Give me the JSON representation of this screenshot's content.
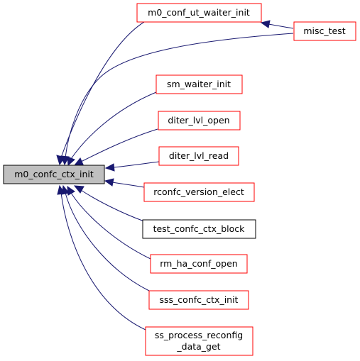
{
  "graph": {
    "root": {
      "label": "m0_confc_ctx_init",
      "fill": "#bfbfbf",
      "border": "#000000"
    },
    "callers": [
      {
        "id": "ut_waiter",
        "label": "m0_conf_ut_waiter_init",
        "border": "#ff0000"
      },
      {
        "id": "misc_test",
        "label": "misc_test",
        "border": "#ff0000"
      },
      {
        "id": "sm_waiter",
        "label": "sm_waiter_init",
        "border": "#ff0000"
      },
      {
        "id": "diter_open",
        "label": "diter_lvl_open",
        "border": "#ff0000"
      },
      {
        "id": "diter_read",
        "label": "diter_lvl_read",
        "border": "#ff0000"
      },
      {
        "id": "rconfc_elect",
        "label": "rconfc_version_elect",
        "border": "#ff0000"
      },
      {
        "id": "test_block",
        "label": "test_confc_ctx_block",
        "border": "#000000"
      },
      {
        "id": "rm_ha",
        "label": "rm_ha_conf_open",
        "border": "#ff0000"
      },
      {
        "id": "sss_init",
        "label": "sss_confc_ctx_init",
        "border": "#ff0000"
      },
      {
        "id": "ss_reconfig",
        "label_lines": [
          "ss_process_reconfig",
          "_data_get"
        ],
        "border": "#ff0000"
      }
    ],
    "edge_color": "#191970"
  }
}
